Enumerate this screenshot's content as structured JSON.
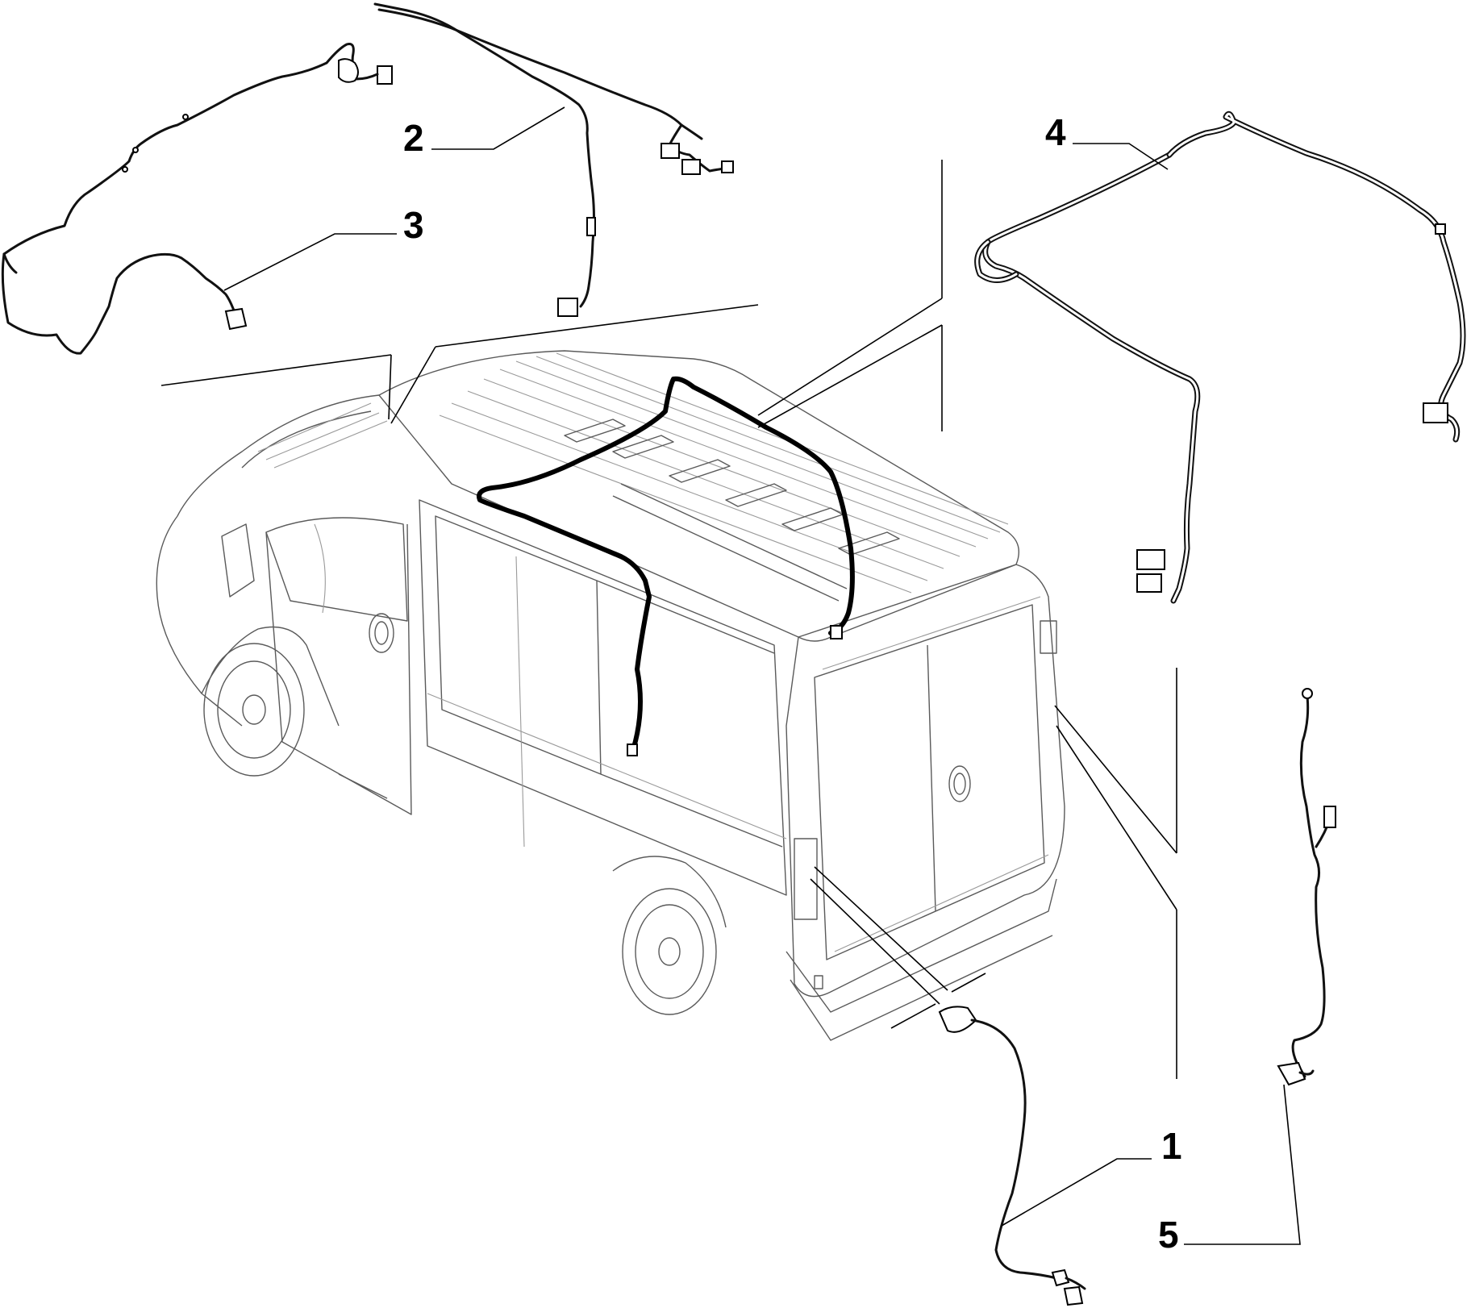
{
  "callouts": [
    {
      "id": "1",
      "label": "1"
    },
    {
      "id": "2",
      "label": "2"
    },
    {
      "id": "3",
      "label": "3"
    },
    {
      "id": "4",
      "label": "4"
    },
    {
      "id": "5",
      "label": "5"
    }
  ],
  "colors": {
    "line": "#000000",
    "background": "#ffffff",
    "vehicle_outline": "#5a5a5a"
  }
}
